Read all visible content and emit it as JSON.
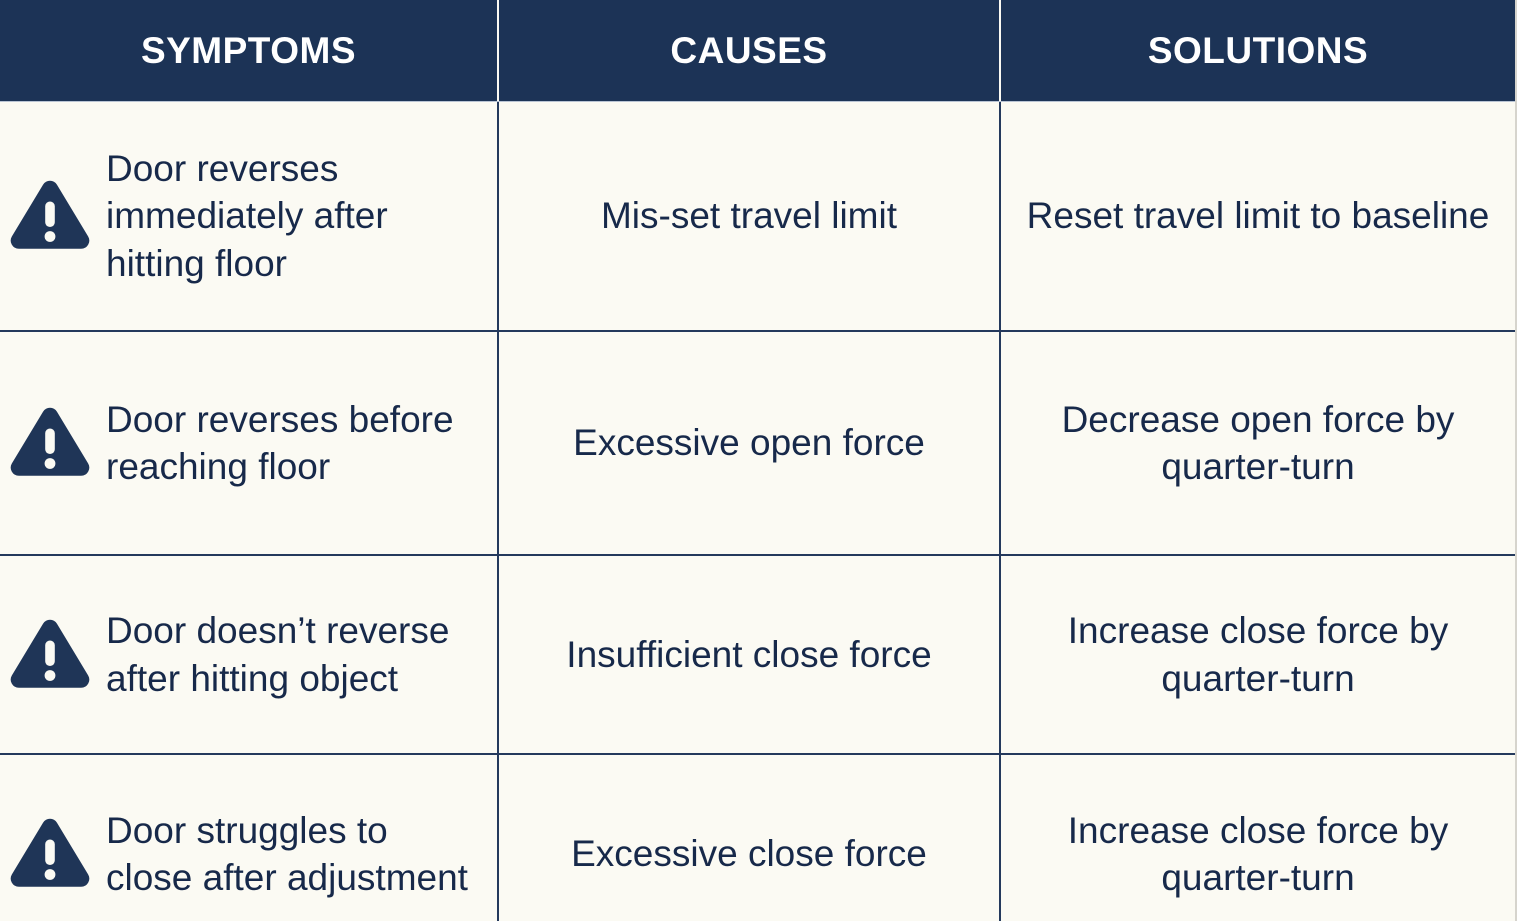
{
  "table": {
    "columns": [
      {
        "key": "symptoms",
        "label": "SYMPTOMS"
      },
      {
        "key": "causes",
        "label": "CAUSES"
      },
      {
        "key": "solutions",
        "label": "SOLUTIONS"
      }
    ],
    "icon": "warning-triangle-icon",
    "rows": [
      {
        "symptom": "Door reverses immediately after hitting floor",
        "cause": "Mis-set travel limit",
        "solution": "Reset travel limit to baseline"
      },
      {
        "symptom": "Door reverses before reaching floor",
        "cause": "Excessive open force",
        "solution": "Decrease open force by quarter-turn"
      },
      {
        "symptom": "Door doesn’t reverse after hitting object",
        "cause": "Insufficient close force",
        "solution": "Increase close force by quarter-turn"
      },
      {
        "symptom": "Door struggles to close after adjustment",
        "cause": "Excessive close force",
        "solution": "Increase close force by quarter-turn"
      }
    ]
  },
  "colors": {
    "header_background": "#1C3356",
    "header_text": "#FFFFFF",
    "cell_background": "#FBFAF3",
    "cell_text": "#17294A",
    "grid_line": "#24395C",
    "icon_fill": "#1F3557"
  }
}
